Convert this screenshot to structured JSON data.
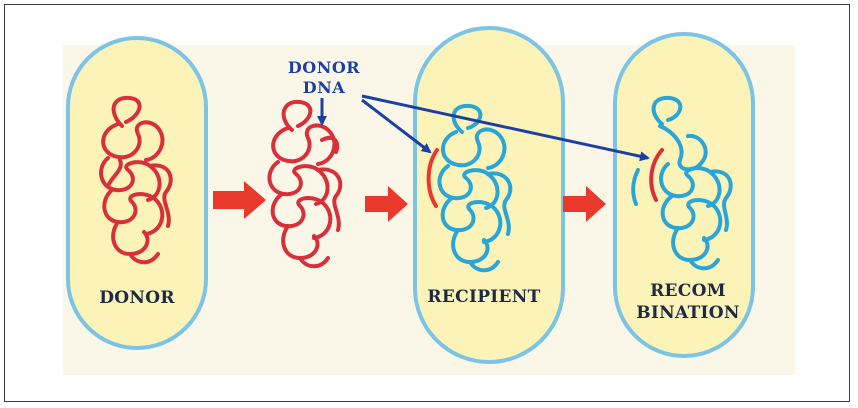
{
  "labels": {
    "donor_dna_line1": "DONOR",
    "donor_dna_line2": "DNA",
    "donor": "DONOR",
    "recipient": "RECIPIENT",
    "recombination_line1": "RECOM",
    "recombination_line2": "BINATION"
  },
  "colors": {
    "cell_fill": "#fbf3b8",
    "cell_border": "#7cc4e6",
    "donor_dna": "#d8303a",
    "recipient_dna": "#2aa5d8",
    "arrow": "#e8392c",
    "pointer": "#1b3fa5"
  }
}
